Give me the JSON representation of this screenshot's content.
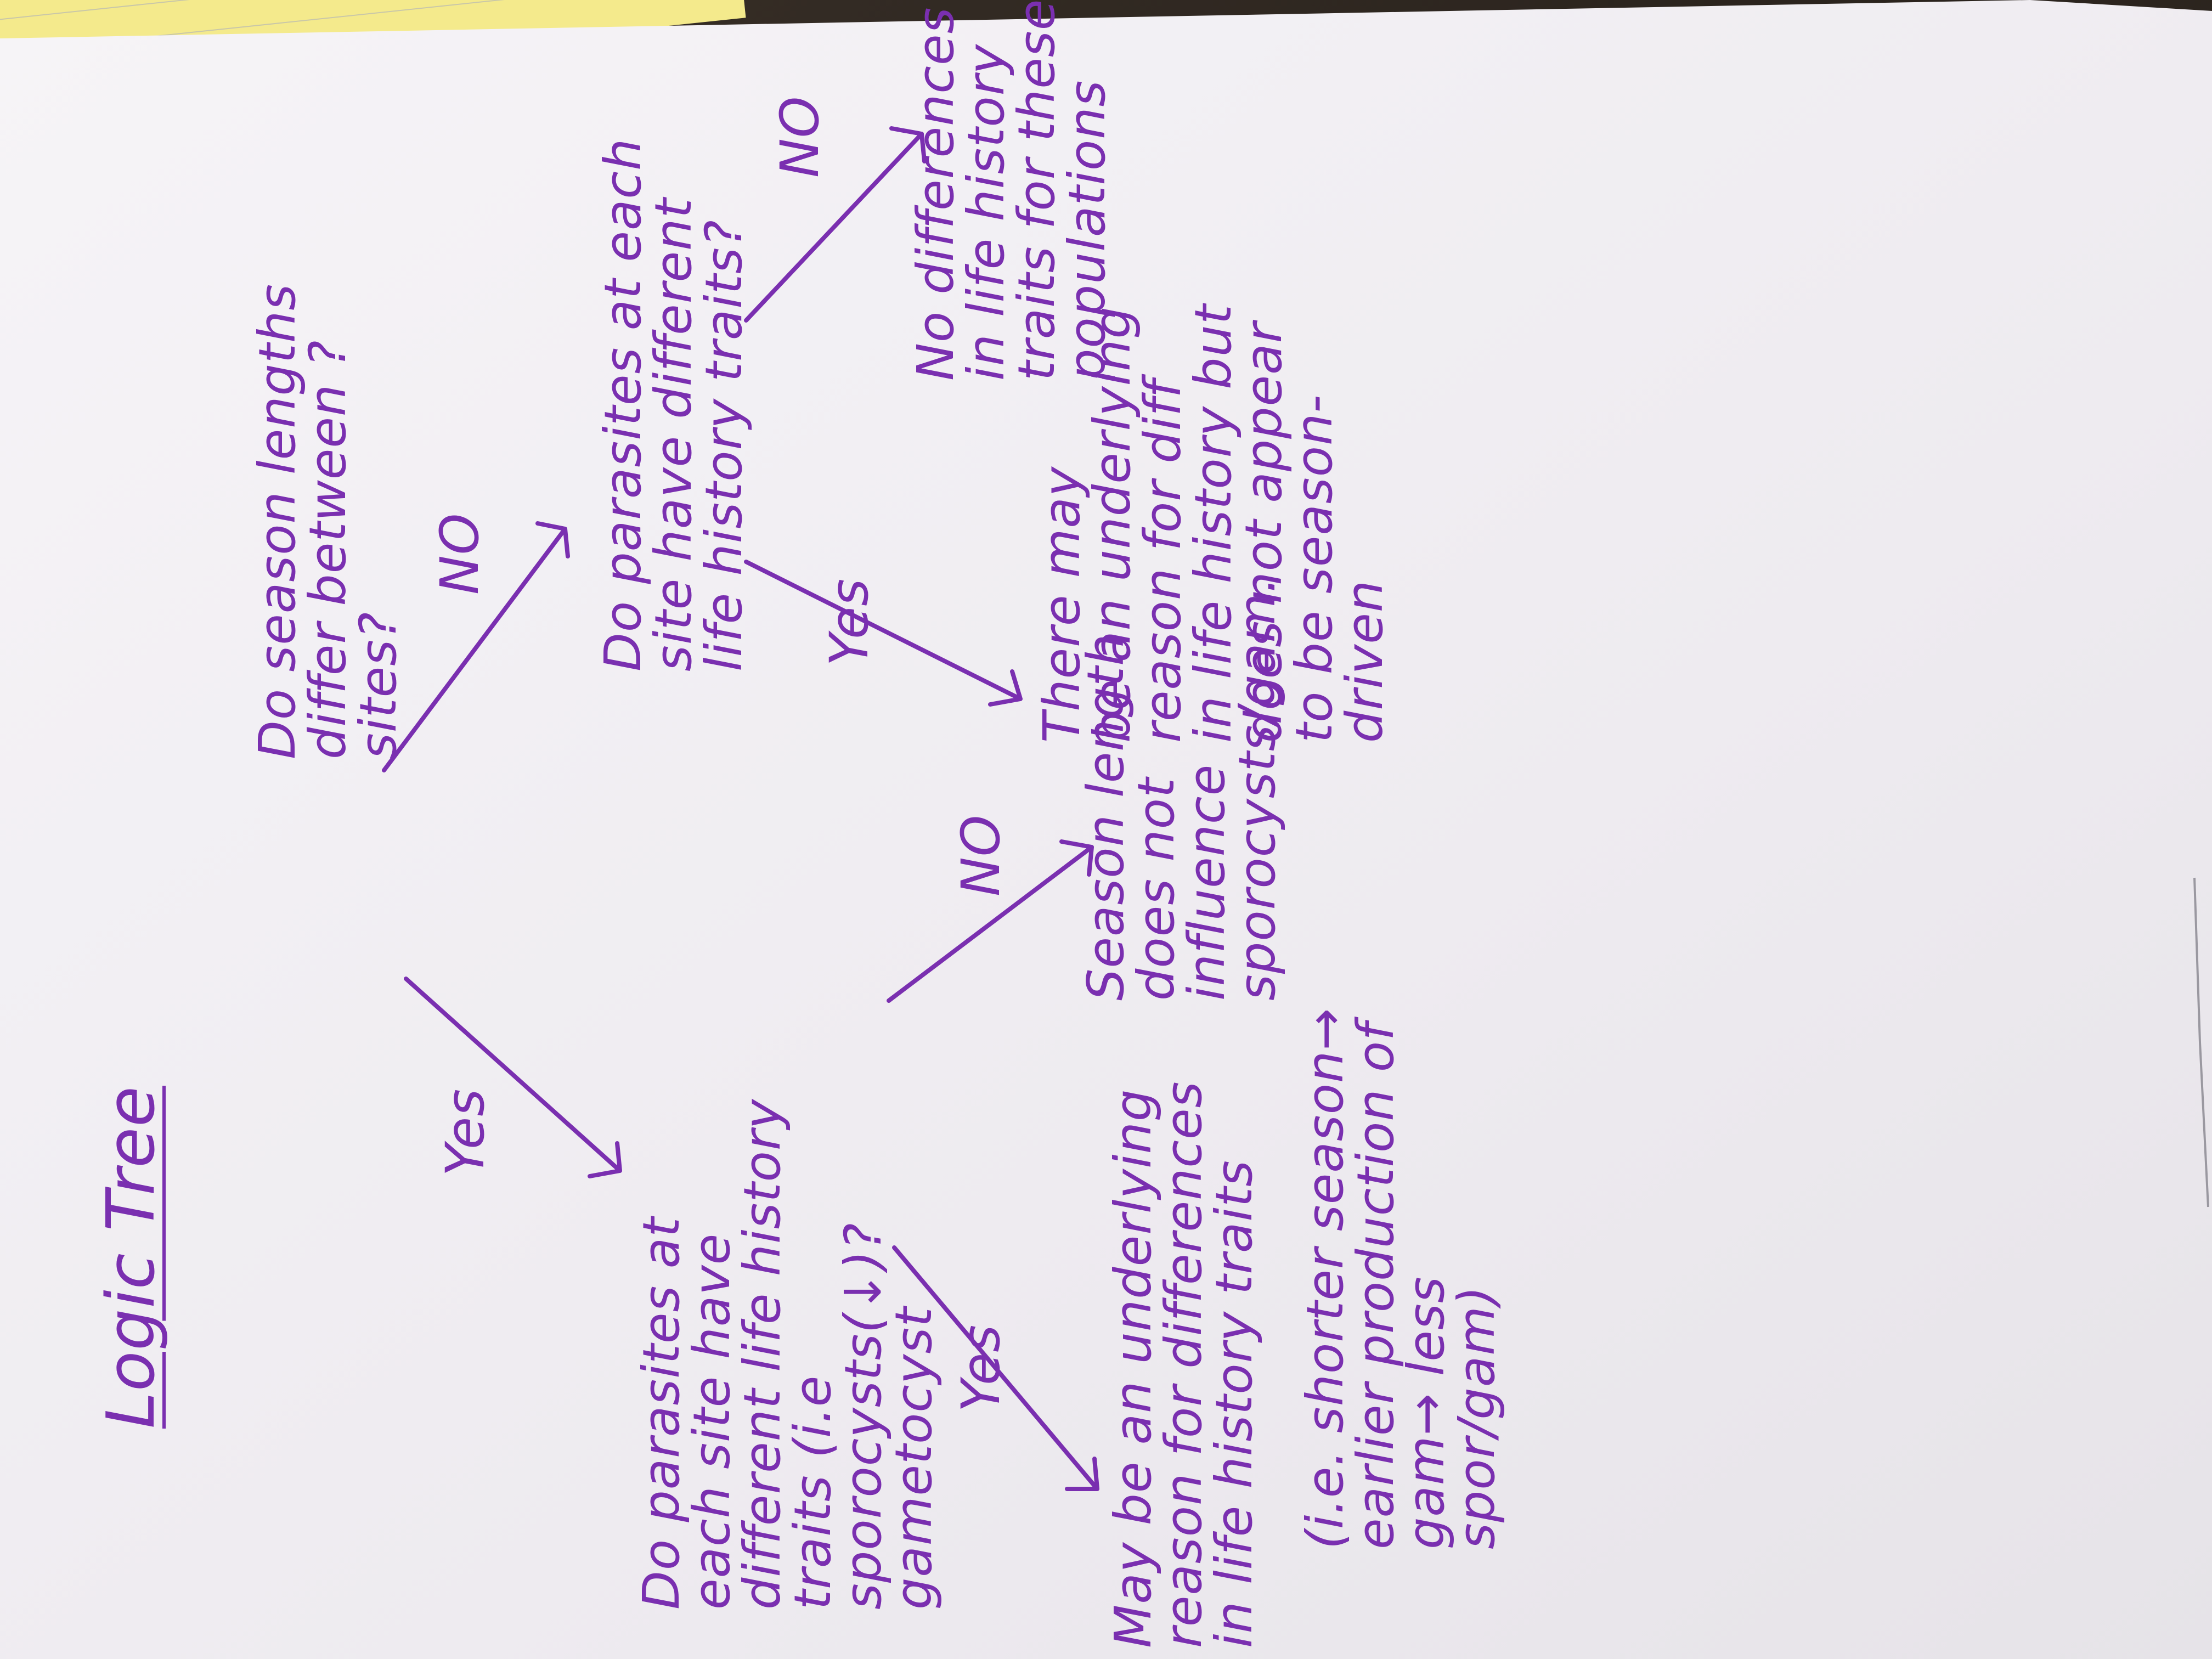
{
  "title": "Logic Tree",
  "nodes": {
    "root": "Do season lengths\ndiffer between ?\nsites?",
    "yes_question": "Do parasites at\neach site have\ndifferent life history\ntraits (i.e sporocysts(↓)?\ngametocyst",
    "no_question": "Do parasites at each\nsite have different\nlife history traits?",
    "yes_yes": "May be an underlying\nreason for differences\nin life history traits",
    "yes_yes_example": "(i.e. shorter season→\nearlier production of\ngam→ less spor/gam)",
    "yes_no": "Season length\ndoes not influence\nsporocysts/gam.",
    "no_yes": "There may\nbe an underlying\nreason for diff\nin life history but\ndoes not appear\nto be season-\ndriven",
    "no_no": "No differences\nin life history\ntraits for these\npopulations"
  },
  "edge_labels": {
    "root_yes": "Yes",
    "root_no": "NO",
    "yes_yes": "Yes",
    "yes_no": "NO",
    "no_yes": "Yes",
    "no_no": "NO"
  },
  "colors": {
    "ink": "#7a2fb0",
    "paper": "#f3f0f4",
    "legal_pad": "#f4ea8c",
    "table": "#2f2822"
  }
}
